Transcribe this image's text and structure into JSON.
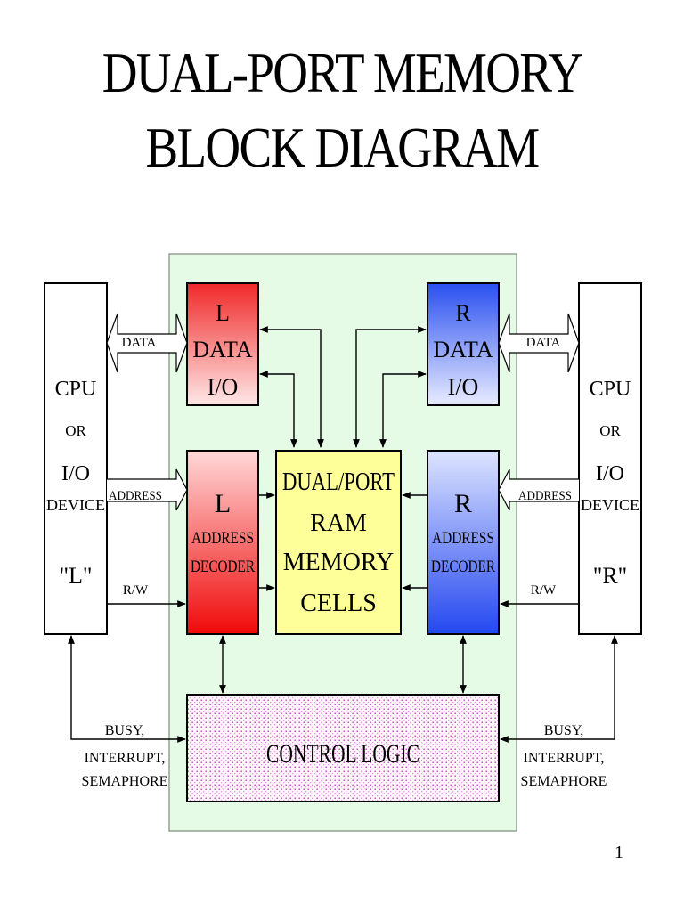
{
  "title": {
    "line1": "DUAL-PORT MEMORY",
    "line2": "BLOCK DIAGRAM"
  },
  "left_device": {
    "line1": "CPU",
    "line2": "OR",
    "line3": "I/O",
    "line4": "DEVICE",
    "line5": "\"L\""
  },
  "right_device": {
    "line1": "CPU",
    "line2": "OR",
    "line3": "I/O",
    "line4": "DEVICE",
    "line5": "\"R\""
  },
  "l_data_io": {
    "line1": "L",
    "line2": "DATA",
    "line3": "I/O"
  },
  "r_data_io": {
    "line1": "R",
    "line2": "DATA",
    "line3": "I/O"
  },
  "l_address_decoder": {
    "line1": "L",
    "line2": "ADDRESS",
    "line3": "DECODER"
  },
  "r_address_decoder": {
    "line1": "R",
    "line2": "ADDRESS",
    "line3": "DECODER"
  },
  "memory_cells": {
    "line1": "DUAL/PORT",
    "line2": "RAM",
    "line3": "MEMORY",
    "line4": "CELLS"
  },
  "control_logic": {
    "label": "CONTROL LOGIC"
  },
  "signals": {
    "data": "DATA",
    "address": "ADDRESS",
    "rw": "R/W",
    "busy": "BUSY,",
    "interrupt": "INTERRUPT,",
    "semaphore": "SEMAPHORE"
  },
  "colors": {
    "background_panel": "#e6fbe6",
    "l_data_io": "#f03030",
    "r_data_io": "#2f55f0",
    "memory_cells": "#ffff99",
    "control_logic_dots": "#c040c0"
  },
  "page_number": "1"
}
